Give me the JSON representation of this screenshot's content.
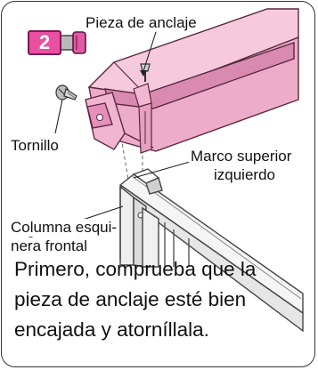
{
  "step_number": "2",
  "labels": {
    "anchor_piece": "Pieza de anclaje",
    "screw": "Tornillo",
    "upper_frame_line1": "Marco superior",
    "upper_frame_line2": "izquierdo",
    "corner_column_line1": "Columna esqui-",
    "corner_column_line2": "nera frontal"
  },
  "caption": {
    "line1": "Primero, comprueba que la",
    "line2": "pieza de anclaje esté bien",
    "line3": "encajada y atorníllala."
  },
  "colors": {
    "badge": "#ea4fa1",
    "frame_pink": "#f2b8d3",
    "frame_pink_dark": "#d98ab0",
    "outline": "#333333"
  },
  "icons": [
    "screw-icon",
    "step-2-badge"
  ]
}
